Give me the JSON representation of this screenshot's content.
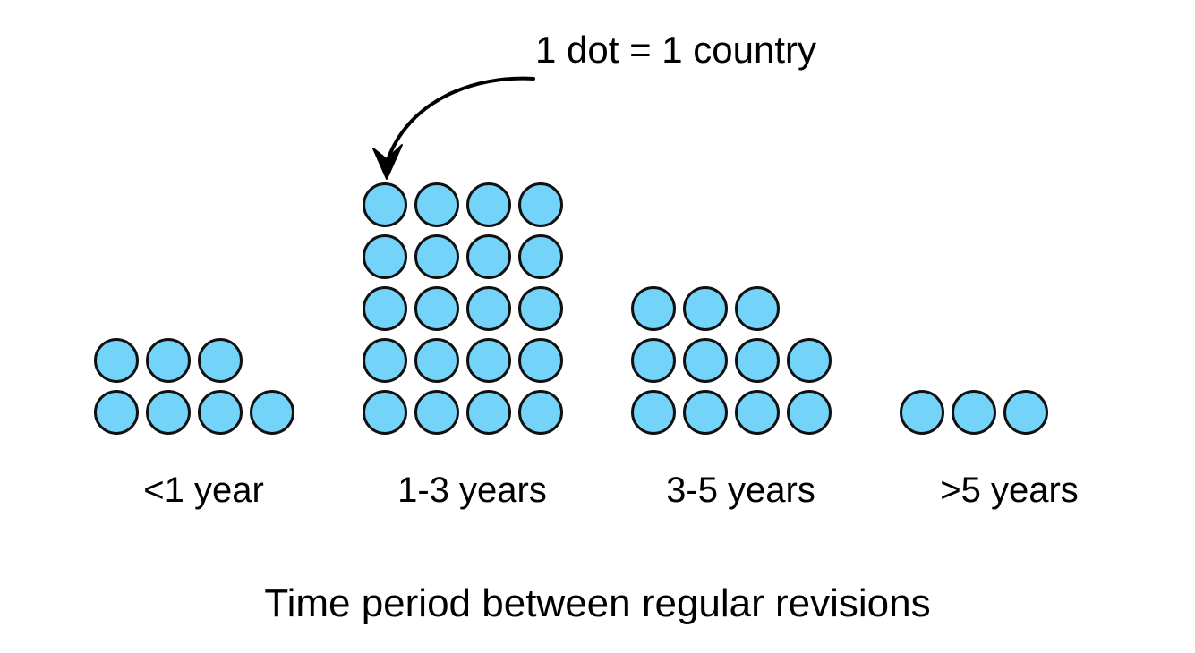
{
  "chart_data": {
    "type": "bar",
    "title": "",
    "xlabel": "Time period between regular revisions",
    "ylabel": "",
    "categories": [
      "<1 year",
      "1-3  years",
      "3-5  years",
      ">5 years"
    ],
    "values": [
      7,
      20,
      11,
      3
    ],
    "unit_note": "1 dot = 1 country",
    "dots_per_unit": 1,
    "columns_per_row": 4,
    "row_counts": [
      [
        3,
        4
      ],
      [
        4,
        4,
        4,
        4,
        4
      ],
      [
        3,
        4,
        4
      ],
      [
        3
      ]
    ],
    "grid": false,
    "legend": "none",
    "annotations": [
      {
        "text": "1 dot = 1 country",
        "points_to": "first dot of 1-3 years group",
        "arrow": "curved-down-left"
      }
    ],
    "colors": {
      "dot_fill": "#74d3f9",
      "dot_stroke": "#111111",
      "background": "#ffffff",
      "text": "#000000"
    }
  },
  "annotation": {
    "label": "1 dot = 1 country",
    "arrow_name": "curved-arrow-icon"
  },
  "axis": {
    "title": "Time period between regular revisions"
  },
  "groups": [
    {
      "label": "<1 year",
      "count": 7,
      "rows": [
        3,
        4
      ]
    },
    {
      "label": "1-3  years",
      "count": 20,
      "rows": [
        4,
        4,
        4,
        4,
        4
      ]
    },
    {
      "label": "3-5  years",
      "count": 11,
      "rows": [
        3,
        4,
        4
      ]
    },
    {
      "label": ">5 years",
      "count": 3,
      "rows": [
        3
      ]
    }
  ]
}
